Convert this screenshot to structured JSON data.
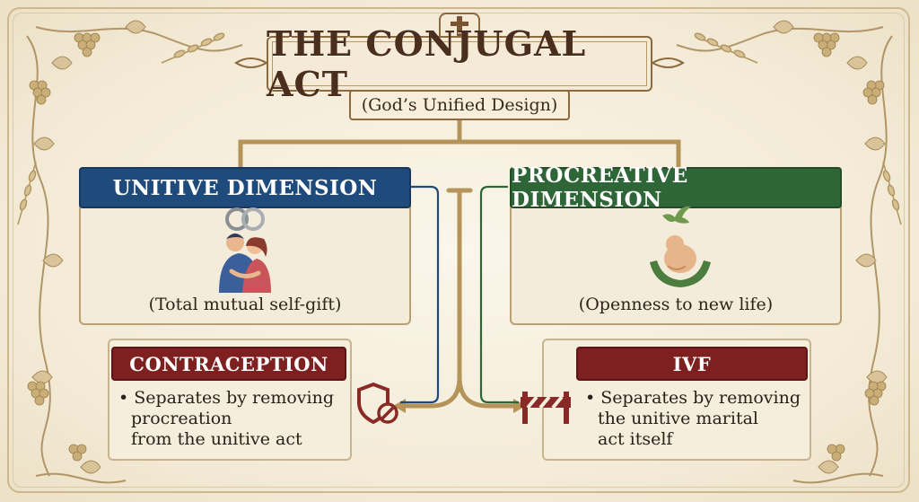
{
  "title": "THE CONJUGAL ACT",
  "subtitle": "(God’s Unified Design)",
  "colors": {
    "unitive": "#1f4a7c",
    "procreative": "#2f6637",
    "warning": "#7e1f20",
    "gold": "#b49459",
    "brown": "#4a2f1e"
  },
  "unitive": {
    "heading": "UNITIVE DIMENSION",
    "caption": "(Total mutual self-gift)",
    "icons": [
      "wedding-rings-icon",
      "embracing-couple-icon"
    ]
  },
  "procreative": {
    "heading": "PROCREATIVE DIMENSION",
    "caption": "(Openness to new life)",
    "icons": [
      "dove-icon",
      "baby-in-hands-icon"
    ]
  },
  "contraception": {
    "heading": "CONTRACEPTION",
    "bullet_lines": [
      "Separates by removing",
      "procreation",
      "from the unitive act"
    ],
    "icon": "shield-prohibited-icon"
  },
  "ivf": {
    "heading": "IVF",
    "bullet_lines": [
      "Separates by removing",
      "the unitive marital",
      "act itself"
    ],
    "icon": "barrier-icon"
  },
  "decorations": [
    "cross-icon",
    "grape-vine-icon",
    "wheat-icon"
  ]
}
